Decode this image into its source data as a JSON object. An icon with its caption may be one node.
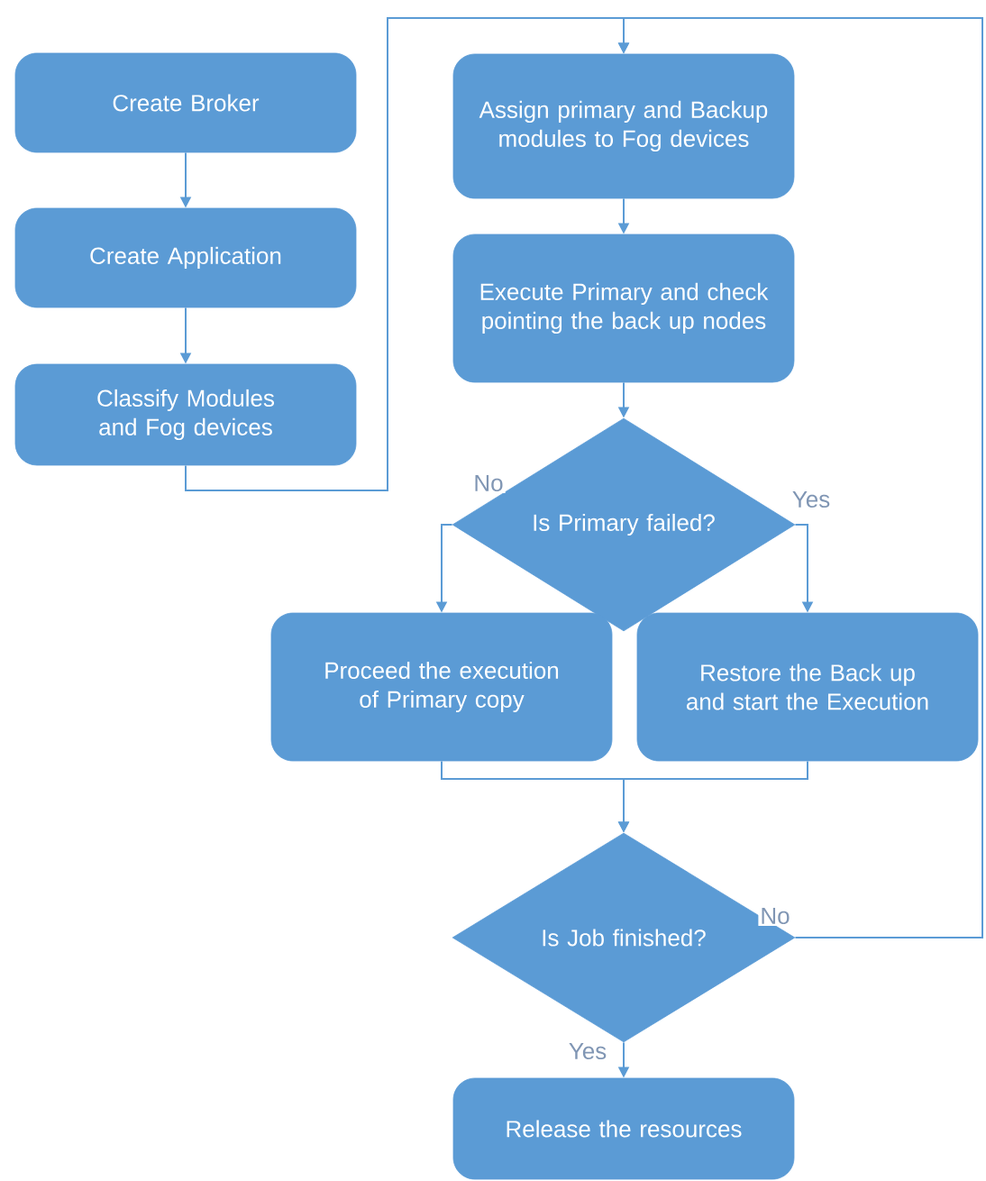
{
  "diagram": {
    "nodes": [
      {
        "text": [
          "Create Broker"
        ]
      },
      {
        "text": [
          "Create Application"
        ]
      },
      {
        "text": [
          "Classify Modules and Fog devices"
        ]
      },
      {
        "text": [
          "Assign primary and Backup modules to Fog devices"
        ]
      },
      {
        "text": [
          "Execute Primary and check pointing the back up nodes"
        ]
      },
      {
        "text": [
          "Is Primary failed?"
        ]
      },
      {
        "text": [
          "Proceed the execution of Primary copy"
        ]
      },
      {
        "text": [
          "Restore the Back up and start the Execution"
        ]
      },
      {
        "text": [
          "Is Job finished?"
        ]
      },
      {
        "text": [
          "Release the resources"
        ]
      }
    ],
    "edges": [
      {
        "from": 0,
        "to": 1,
        "arrow": "to"
      },
      {
        "from": 1,
        "to": 2,
        "arrow": "to"
      },
      {
        "from": 2,
        "to": 3,
        "arrow": "to"
      },
      {
        "from": 3,
        "to": 4,
        "arrow": "to"
      },
      {
        "from": 4,
        "to": 5,
        "arrow": "to"
      },
      {
        "from": 5,
        "to": 6,
        "arrow": "to",
        "label": "No"
      },
      {
        "from": 5,
        "to": 7,
        "arrow": "to",
        "label": "Yes"
      },
      {
        "from": 6,
        "to": 8,
        "arrow": "to"
      },
      {
        "from": 7,
        "to": 8,
        "arrow": "to"
      },
      {
        "from": 8,
        "to": 9,
        "arrow": "to",
        "label": "Yes"
      },
      {
        "from": 8,
        "to": 3,
        "arrow": "to",
        "label": "No"
      }
    ]
  }
}
